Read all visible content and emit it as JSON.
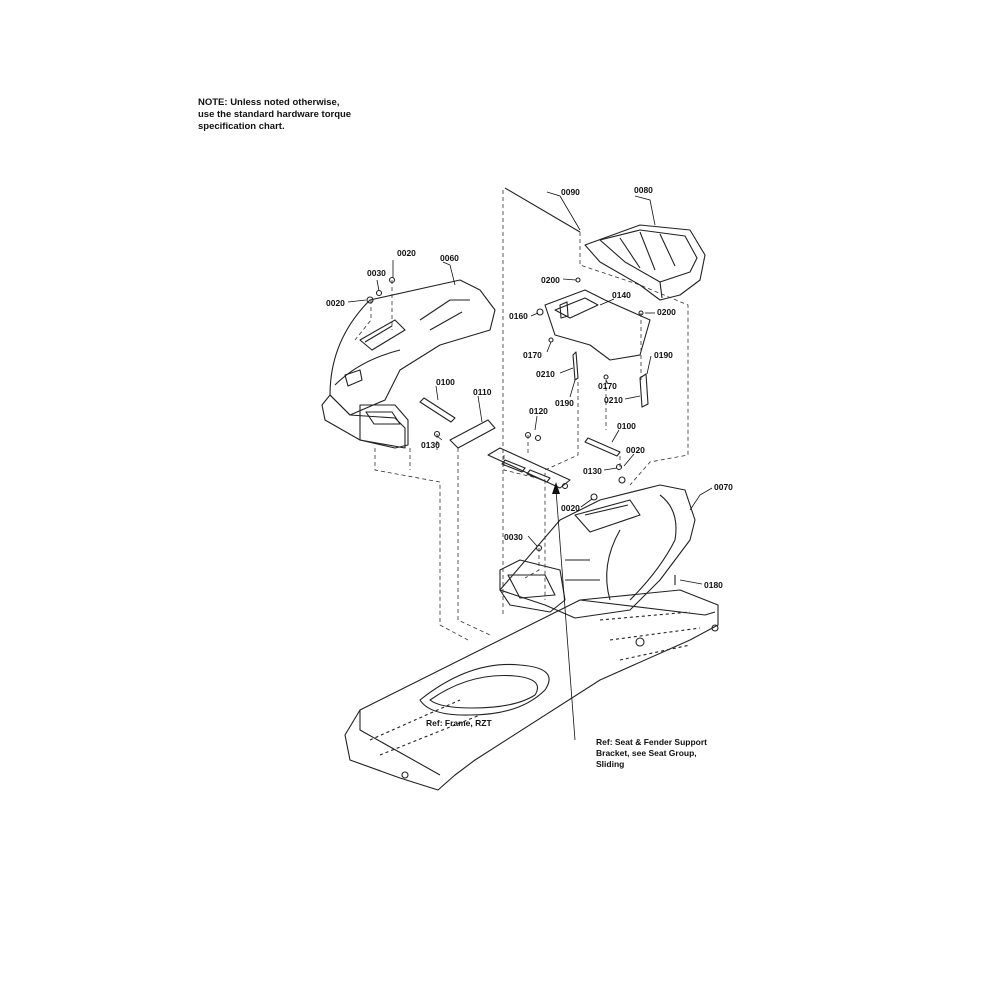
{
  "note": {
    "text": "NOTE: Unless noted otherwise,\nuse the standard hardware torque\nspecification chart."
  },
  "parts": {
    "p0090": "0090",
    "p0080": "0080",
    "p0020_top": "0020",
    "p0030_left": "0030",
    "p0060": "0060",
    "p0020_left": "0020",
    "p0200_a": "0200",
    "p0140": "0140",
    "p0160": "0160",
    "p0200_b": "0200",
    "p0170_a": "0170",
    "p0190_right": "0190",
    "p0210_a": "0210",
    "p0170_b": "0170",
    "p0190_mid": "0190",
    "p0210_b": "0210",
    "p0100_left": "0100",
    "p0110": "0110",
    "p0120": "0120",
    "p0130_left": "0130",
    "p0100_right": "0100",
    "p0020_right": "0020",
    "p0130_right": "0130",
    "p0070": "0070",
    "p0020_mid": "0020",
    "p0030_bottom": "0030",
    "p0180": "0180"
  },
  "refs": {
    "frame": "Ref: Frame, RZT",
    "seat_bracket": "Ref: Seat & Fender Support\nBracket, see Seat Group,\nSliding"
  }
}
